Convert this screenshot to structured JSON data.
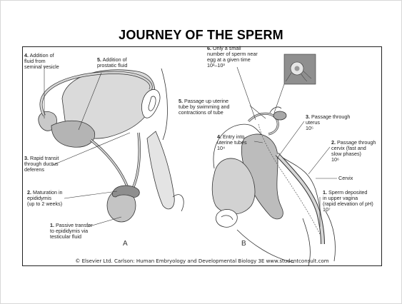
{
  "slide": {
    "title": "JOURNEY OF THE SPERM"
  },
  "figure": {
    "left_panel": {
      "letter": "A",
      "labels": [
        {
          "id": "4",
          "num": "4.",
          "text": "Addition of\nfluid from\nseminal vesicle"
        },
        {
          "id": "5",
          "num": "5.",
          "text": "Addition of\nprostatic fluid"
        },
        {
          "id": "3",
          "num": "3.",
          "text": "Rapid transit\nthrough ductus\ndeferens"
        },
        {
          "id": "2",
          "num": "2.",
          "text": "Maturation in\nepididymis\n(up to 2 weeks)"
        },
        {
          "id": "1",
          "num": "1.",
          "text": "Passive transfer\nto epididymis via\ntesticular fluid"
        }
      ]
    },
    "right_panel": {
      "letter": "B",
      "labels": [
        {
          "id": "6",
          "num": "6.",
          "text": "Only a small\nnumber of sperm near\negg at a given time\n10²–10³"
        },
        {
          "id": "5",
          "num": "5.",
          "text": "Passage up uterine\ntube by swimming and\ncontractions of tube"
        },
        {
          "id": "3",
          "num": "3.",
          "text": "Passage through\nuterus\n10⁵"
        },
        {
          "id": "4",
          "num": "4.",
          "text": "Entry into\nuterine tubes\n10⁴"
        },
        {
          "id": "2",
          "num": "2.",
          "text": "Passage through\ncervix (fast and\nslow phases)\n10⁶"
        },
        {
          "id": "cervix",
          "num": "",
          "text": "Cervix"
        },
        {
          "id": "1",
          "num": "1.",
          "text": "Sperm deposited\nin upper vagina\n(rapid elevation of pH)\n10⁷"
        }
      ]
    },
    "caption": "© Elsevier Ltd. Carlson: Human Embryology and Developmental Biology 3E www.studentconsult.com"
  },
  "colors": {
    "tissue": "#c9c9c9",
    "tissue_dark": "#9a9a9a",
    "outline": "#333333",
    "inset_bg": "#8f8f8f"
  }
}
